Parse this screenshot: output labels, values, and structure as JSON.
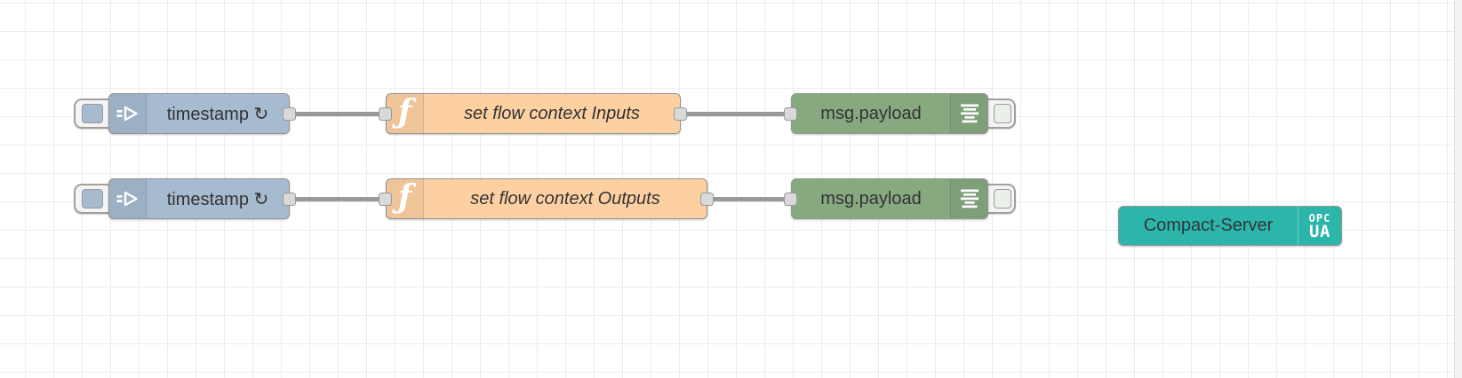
{
  "app": "node-red-flow-editor",
  "canvas": {
    "background": "#ffffff",
    "grid_color": "#ececec",
    "grid_size": 32
  },
  "colors": {
    "inject_node": "#a6bbcf",
    "function_node": "#fdd0a2",
    "debug_node": "#87a980",
    "server_node": "#2cb5a9",
    "wire": "#999999",
    "label_text": "#333333",
    "port_fill": "#d9d9d9"
  },
  "icons": {
    "inject": "arrow-right-outline-icon",
    "function_glyph": "ƒ",
    "debug": "output-lines-icon",
    "server_badge": "opc-ua-logo"
  },
  "nodes": {
    "inject": [
      {
        "label": "timestamp ↻"
      },
      {
        "label": "timestamp ↻"
      }
    ],
    "function": [
      {
        "label": "set flow context Inputs",
        "icon": "ƒ"
      },
      {
        "label": "set flow context Outputs",
        "icon": "ƒ"
      }
    ],
    "debug": [
      {
        "label": "msg.payload"
      },
      {
        "label": "msg.payload"
      }
    ],
    "server": {
      "label": "Compact-Server",
      "badge_top": "OPC",
      "badge_bottom": "UA"
    }
  }
}
